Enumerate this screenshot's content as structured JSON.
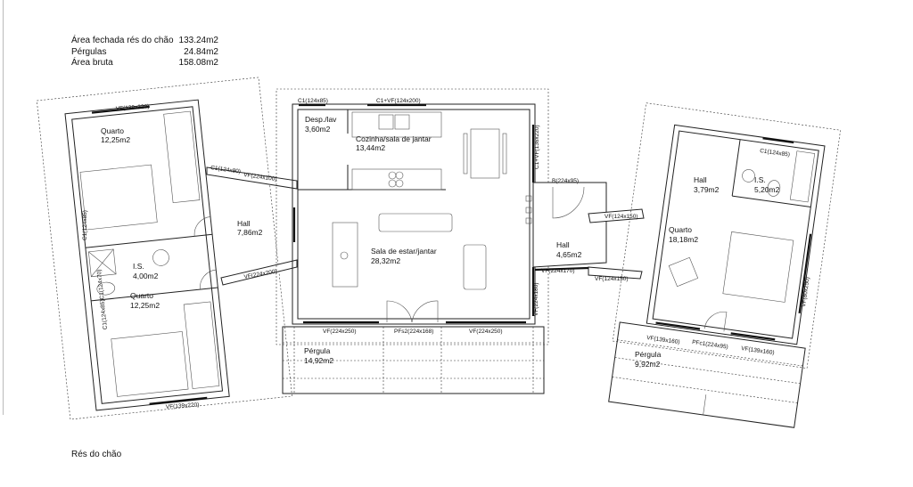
{
  "area_summary": [
    {
      "label": "Área fechada rés do chão",
      "value": "133.24m2"
    },
    {
      "label": "Pérgulas",
      "value": "24.84m2"
    },
    {
      "label": "Área bruta",
      "value": "158.08m2"
    }
  ],
  "caption": "Rés do chão",
  "rooms": {
    "left_quarto_top": {
      "name": "Quarto",
      "area": "12,25m2"
    },
    "left_hall": {
      "name": "Hall",
      "area": "7,86m2"
    },
    "left_is": {
      "name": "I.S.",
      "area": "4,00m2"
    },
    "left_quarto_bottom": {
      "name": "Quarto",
      "area": "12,25m2"
    },
    "desp": {
      "name": "Desp./lav",
      "area": "3,60m2"
    },
    "cozinha": {
      "name": "Cozinha/sala de jantar",
      "area": "13,44m2"
    },
    "sala": {
      "name": "Sala de estar/jantar",
      "area": "28,32m2"
    },
    "pergula_center": {
      "name": "Pérgula",
      "area": "14,92m2"
    },
    "center_hall": {
      "name": "Hall",
      "area": "4,65m2"
    },
    "right_hall": {
      "name": "Hall",
      "area": "3,79m2"
    },
    "right_is": {
      "name": "I.S.",
      "area": "5,20m2"
    },
    "right_quarto": {
      "name": "Quarto",
      "area": "18,18m2"
    },
    "pergula_right": {
      "name": "Pérgula",
      "area": "9,92m2"
    }
  },
  "openings": {
    "l_top": "VF(139x220)",
    "l_c1_85": "C1(124x85)",
    "l_c1_80": "C1(124x80)",
    "l_vf_100": "VF(224x100)",
    "l_c1_stack": "C1(124x85)C1(124x70)",
    "l_vf_200": "VF(224x200)",
    "l_bottom": "VF(139x220)",
    "c_c1": "C1(124x85)",
    "c_c1vf": "C1+VF(124x200)",
    "c_c1vf_side": "C1+VF(136x220)",
    "c_b": "B(224x95)",
    "c_vf_side": "VF(224x180)",
    "c_vf_170": "VF(224x170)",
    "c_vf_250a": "VF(224x250)",
    "c_pf": "PFs2(224x168)",
    "c_vf_250b": "VF(224x250)",
    "r_vf_150a": "VF(124x150)",
    "r_vf_150b": "VF(124x150)",
    "r_c1": "C1(124x85)",
    "r_vf_side": "VF(80x250)",
    "r_vf_160a": "VF(139x160)",
    "r_pfc": "PFc1(224x95)",
    "r_vf_160b": "VF(139x160)"
  }
}
